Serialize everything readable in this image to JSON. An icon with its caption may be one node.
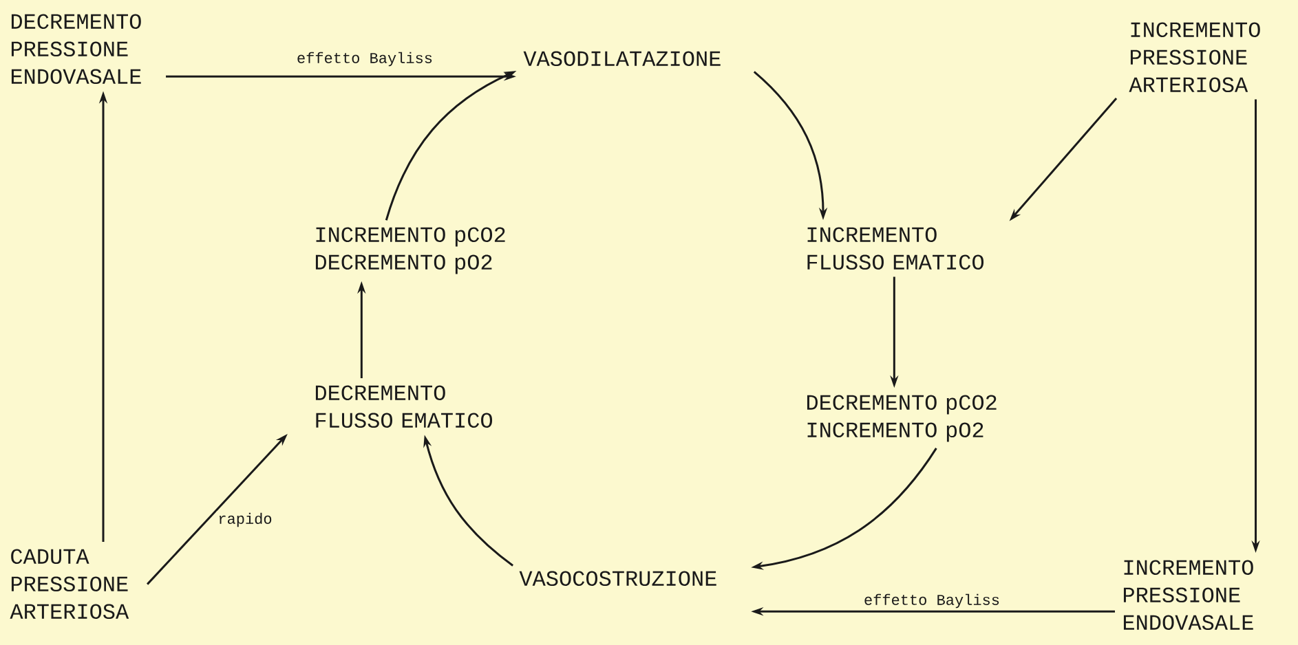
{
  "diagram": {
    "nodes": [
      {
        "text": [
          "DECREMENTO PRESSIONE ENDOVASALE"
        ]
      },
      {
        "text": [
          "VASODILATAZIONE"
        ]
      },
      {
        "text": [
          "INCREMENTO PRESSIONE ARTERIOSA"
        ]
      },
      {
        "text": [
          "INCREMENTO pCO2",
          "DECREMENTO pO2"
        ]
      },
      {
        "text": [
          "INCREMENTO FLUSSO EMATICO"
        ]
      },
      {
        "text": [
          "DECREMENTO FLUSSO EMATICO"
        ]
      },
      {
        "text": [
          "DECREMENTO pCO2",
          "INCREMENTO pO2"
        ]
      },
      {
        "text": [
          "CADUTA PRESSIONE ARTERIOSA"
        ]
      },
      {
        "text": [
          "VASOCOSTRUZIONE"
        ]
      },
      {
        "text": [
          "INCREMENTO PRESSIONE ENDOVASALE"
        ]
      }
    ],
    "edges": [
      {
        "from": 0,
        "to": 1,
        "arrow": "to",
        "label": "effetto Bayliss"
      },
      {
        "from": 1,
        "to": 4,
        "arrow": "to"
      },
      {
        "from": 2,
        "to": 4,
        "arrow": "to"
      },
      {
        "from": 4,
        "to": 6,
        "arrow": "to"
      },
      {
        "from": 6,
        "to": 8,
        "arrow": "to"
      },
      {
        "from": 8,
        "to": 5,
        "arrow": "to"
      },
      {
        "from": 5,
        "to": 3,
        "arrow": "to"
      },
      {
        "from": 3,
        "to": 1,
        "arrow": "to"
      },
      {
        "from": 7,
        "to": 0,
        "arrow": "to"
      },
      {
        "from": 7,
        "to": 5,
        "arrow": "to",
        "label": "rapido"
      },
      {
        "from": 2,
        "to": 9,
        "arrow": "to"
      },
      {
        "from": 9,
        "to": 8,
        "arrow": "to",
        "label": "effetto Bayliss"
      }
    ]
  }
}
